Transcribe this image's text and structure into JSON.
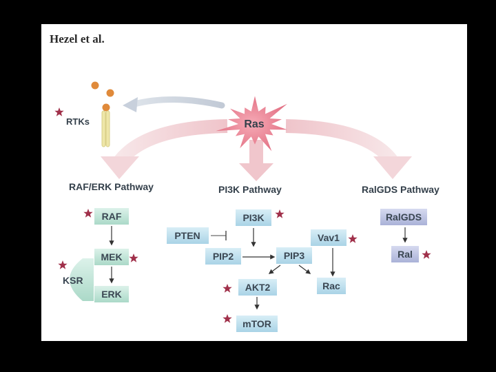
{
  "header": {
    "title": "Hezel et al."
  },
  "hub": {
    "label": "Ras",
    "color": "#e57a8a"
  },
  "receptor": {
    "label": "RTKs"
  },
  "pathways": [
    {
      "label": "RAF/ERK Pathway"
    },
    {
      "label": "PI3K  Pathway"
    },
    {
      "label": "RalGDS Pathway"
    }
  ],
  "nodes": {
    "raf": "RAF",
    "mek": "MEK",
    "erk": "ERK",
    "ksr": "KSR",
    "pi3k": "PI3K",
    "pten": "PTEN",
    "pip2": "PIP2",
    "pip3": "PIP3",
    "vav1": "Vav1",
    "rac": "Rac",
    "akt2": "AKT2",
    "mtor": "mTOR",
    "ralgds": "RalGDS",
    "ral": "Ral"
  },
  "icons": {
    "marker": "star-icon",
    "ligand": "ligand-dot-icon"
  },
  "colors": {
    "star": "#a0304a",
    "box_blue": "#bfe0ee",
    "box_green": "#c6e8dc",
    "box_purple": "#c2c8e6",
    "ligand": "#e08a3a",
    "arc": "#f2d2d6"
  }
}
